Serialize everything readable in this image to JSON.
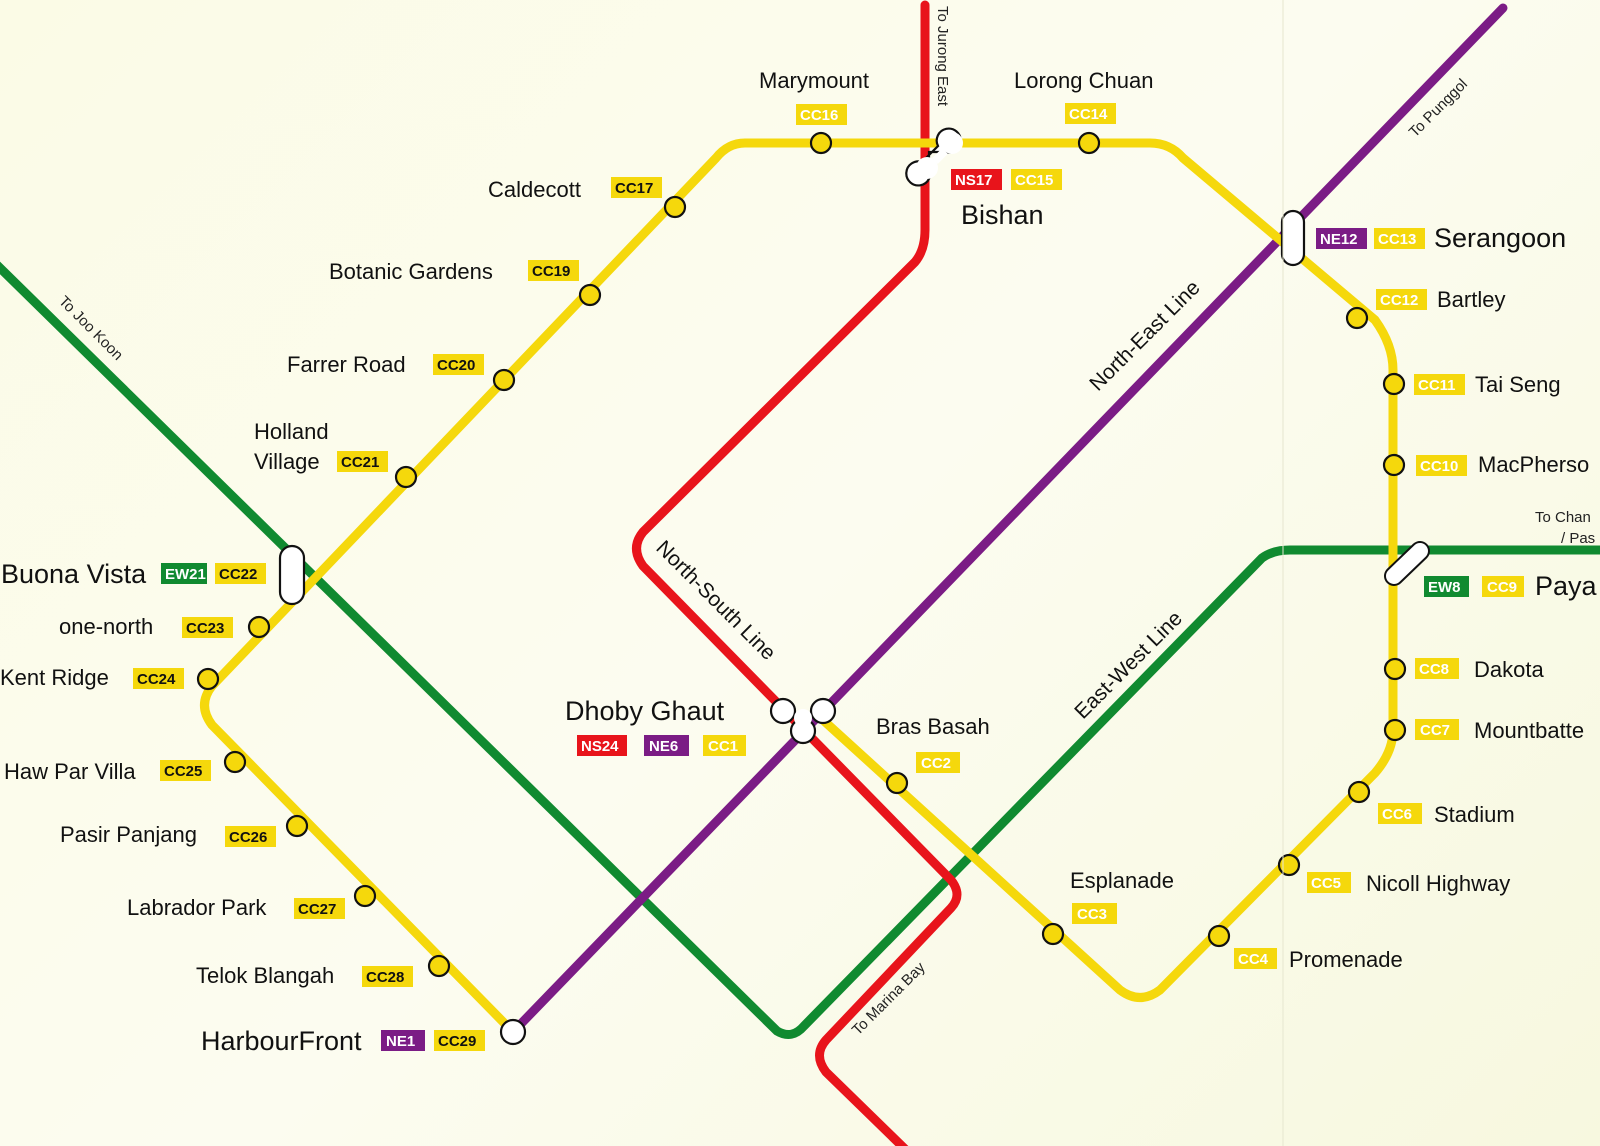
{
  "colors": {
    "background": "#fbfbe9",
    "circle_line": "#f5d80c",
    "north_south": "#e8141b",
    "east_west": "#108a30",
    "north_east": "#7b1c85",
    "station_outline": "#111111",
    "interchange_fill": "#ffffff"
  },
  "lines": {
    "north_south": {
      "label": "North-South Line"
    },
    "north_east": {
      "label": "North-East Line"
    },
    "east_west": {
      "label": "East-West Line"
    }
  },
  "directions": {
    "jurong_east": "To Jurong East",
    "punggol": "To Punggol",
    "joo_koon": "To Joo Koon",
    "marina_bay": "To Marina Bay",
    "changi_line1": "To Chan",
    "changi_line2": "/ Pas"
  },
  "stations": {
    "dhoby_ghaut": {
      "name": "Dhoby Ghaut",
      "codes": [
        "NS24",
        "NE6",
        "CC1"
      ]
    },
    "bras_basah": {
      "name": "Bras Basah",
      "codes": [
        "CC2"
      ]
    },
    "esplanade": {
      "name": "Esplanade",
      "codes": [
        "CC3"
      ]
    },
    "promenade": {
      "name": "Promenade",
      "codes": [
        "CC4"
      ]
    },
    "nicoll_highway": {
      "name": "Nicoll Highway",
      "codes": [
        "CC5"
      ]
    },
    "stadium": {
      "name": "Stadium",
      "codes": [
        "CC6"
      ]
    },
    "mountbatten": {
      "name": "Mountbatte",
      "codes": [
        "CC7"
      ]
    },
    "dakota": {
      "name": "Dakota",
      "codes": [
        "CC8"
      ]
    },
    "paya_lebar": {
      "name": "Paya",
      "codes": [
        "EW8",
        "CC9"
      ]
    },
    "macpherson": {
      "name": "MacPherso",
      "codes": [
        "CC10"
      ]
    },
    "tai_seng": {
      "name": "Tai Seng",
      "codes": [
        "CC11"
      ]
    },
    "bartley": {
      "name": "Bartley",
      "codes": [
        "CC12"
      ]
    },
    "serangoon": {
      "name": "Serangoon",
      "codes": [
        "NE12",
        "CC13"
      ]
    },
    "lorong_chuan": {
      "name": "Lorong Chuan",
      "codes": [
        "CC14"
      ]
    },
    "bishan": {
      "name": "Bishan",
      "codes": [
        "NS17",
        "CC15"
      ]
    },
    "marymount": {
      "name": "Marymount",
      "codes": [
        "CC16"
      ]
    },
    "caldecott": {
      "name": "Caldecott",
      "codes": [
        "CC17"
      ]
    },
    "botanic_gardens": {
      "name": "Botanic Gardens",
      "codes": [
        "CC19"
      ]
    },
    "farrer_road": {
      "name": "Farrer Road",
      "codes": [
        "CC20"
      ]
    },
    "holland_village": {
      "name_line1": "Holland",
      "name_line2": "Village",
      "codes": [
        "CC21"
      ]
    },
    "buona_vista": {
      "name": "Buona Vista",
      "codes": [
        "EW21",
        "CC22"
      ]
    },
    "one_north": {
      "name": "one-north",
      "codes": [
        "CC23"
      ]
    },
    "kent_ridge": {
      "name": "Kent Ridge",
      "codes": [
        "CC24"
      ]
    },
    "haw_par_villa": {
      "name": "Haw Par Villa",
      "codes": [
        "CC25"
      ]
    },
    "pasir_panjang": {
      "name": "Pasir Panjang",
      "codes": [
        "CC26"
      ]
    },
    "labrador_park": {
      "name": "Labrador Park",
      "codes": [
        "CC27"
      ]
    },
    "telok_blangah": {
      "name": "Telok Blangah",
      "codes": [
        "CC28"
      ]
    },
    "harbourfront": {
      "name": "HarbourFront",
      "codes": [
        "NE1",
        "CC29"
      ]
    }
  }
}
